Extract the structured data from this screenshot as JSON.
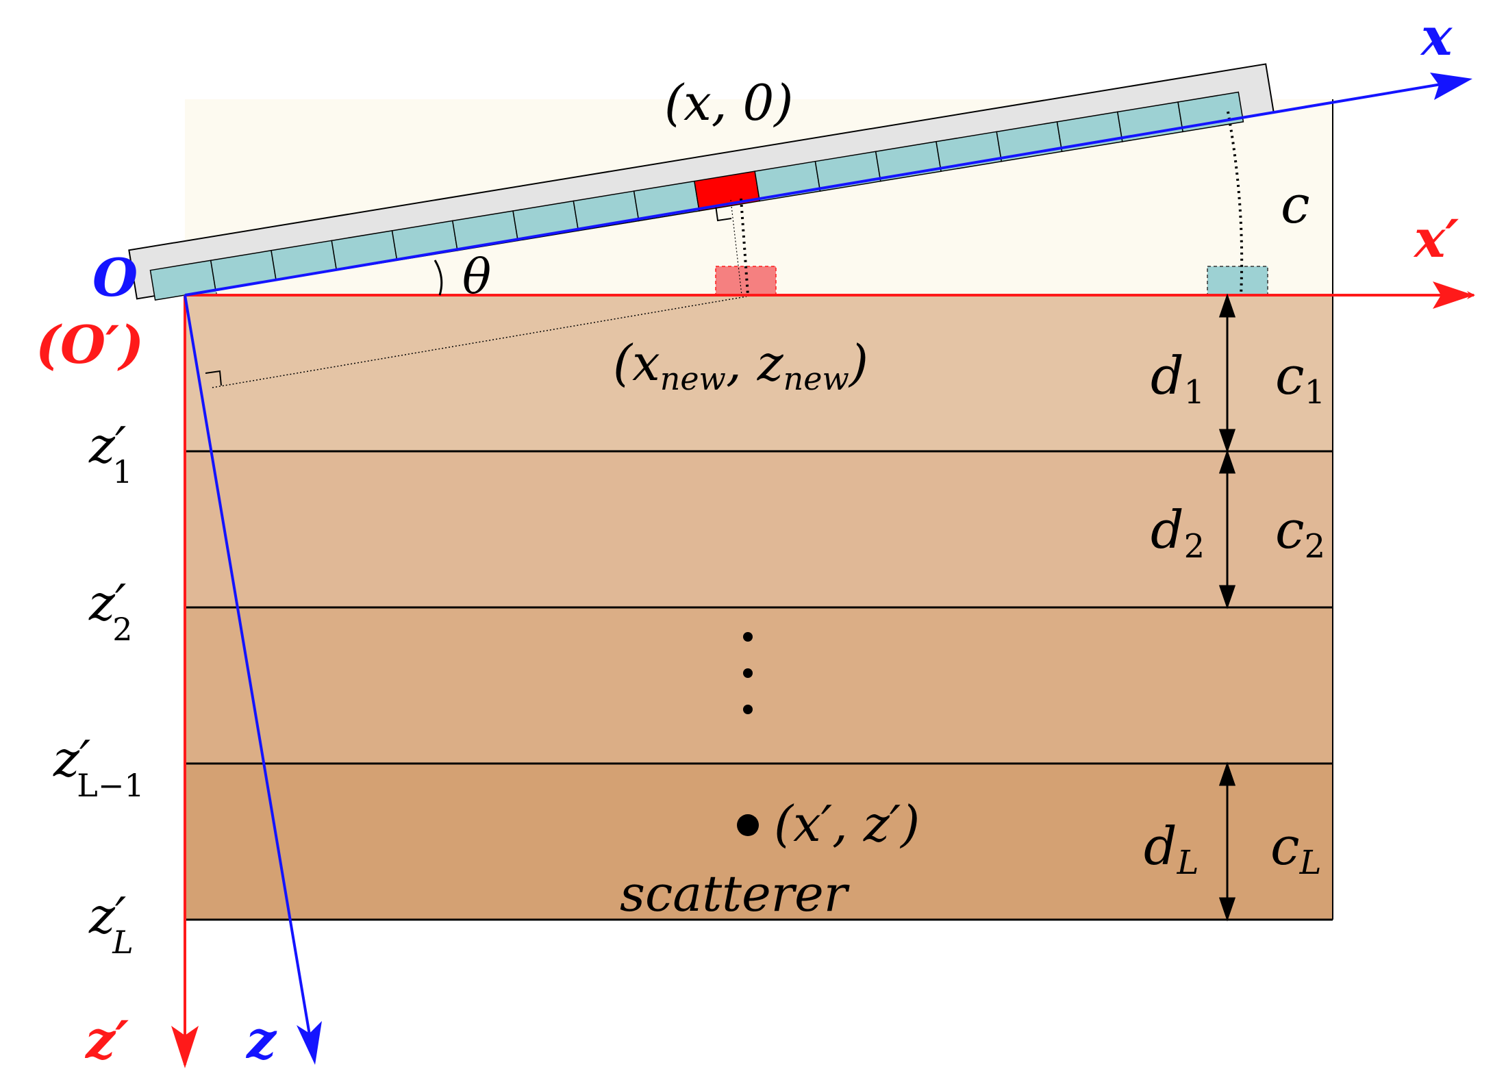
{
  "colors": {
    "background": "#ffffff",
    "medium_c": "#fdfaf0",
    "layer_1": "#e4c4a5",
    "layer_2": "#e0b896",
    "layer_3": "#dbae86",
    "layer_4": "#d4a173",
    "probe_housing": "#e4e4e4",
    "element": "#9dd1d3",
    "active_element": "#ff0000",
    "projected_element": "#f58080",
    "axis_blue": "#1414ff",
    "axis_red": "#ff1a1a",
    "line": "#000000"
  },
  "probe": {
    "element_count": 18,
    "active_index": 9
  },
  "labels": {
    "origin": "O",
    "origin_prime": "(O′)",
    "x_axis": "x",
    "x_prime_axis": "x′",
    "z_axis": "z",
    "z_prime_axis": "z′",
    "angle": "θ",
    "element_pos": "(x, 0)",
    "new_pos_open": "(x",
    "new_pos_sub1": "new",
    "new_pos_mid": ", z",
    "new_pos_sub2": "new",
    "new_pos_close": ")",
    "medium": "c",
    "scatterer_coord": "(x′, z′)",
    "scatterer": "scatterer"
  },
  "layers": [
    {
      "thickness": "d",
      "thickness_sub": "1",
      "speed": "c",
      "speed_sub": "1",
      "interface": "z′",
      "interface_sub": "1"
    },
    {
      "thickness": "d",
      "thickness_sub": "2",
      "speed": "c",
      "speed_sub": "2",
      "interface": "z′",
      "interface_sub": "2"
    },
    {
      "thickness": "",
      "thickness_sub": "",
      "speed": "",
      "speed_sub": "",
      "interface": "z′",
      "interface_sub": "L−1"
    },
    {
      "thickness": "d",
      "thickness_sub": "L",
      "speed": "c",
      "speed_sub": "L",
      "interface": "z′",
      "interface_sub": "L"
    }
  ]
}
